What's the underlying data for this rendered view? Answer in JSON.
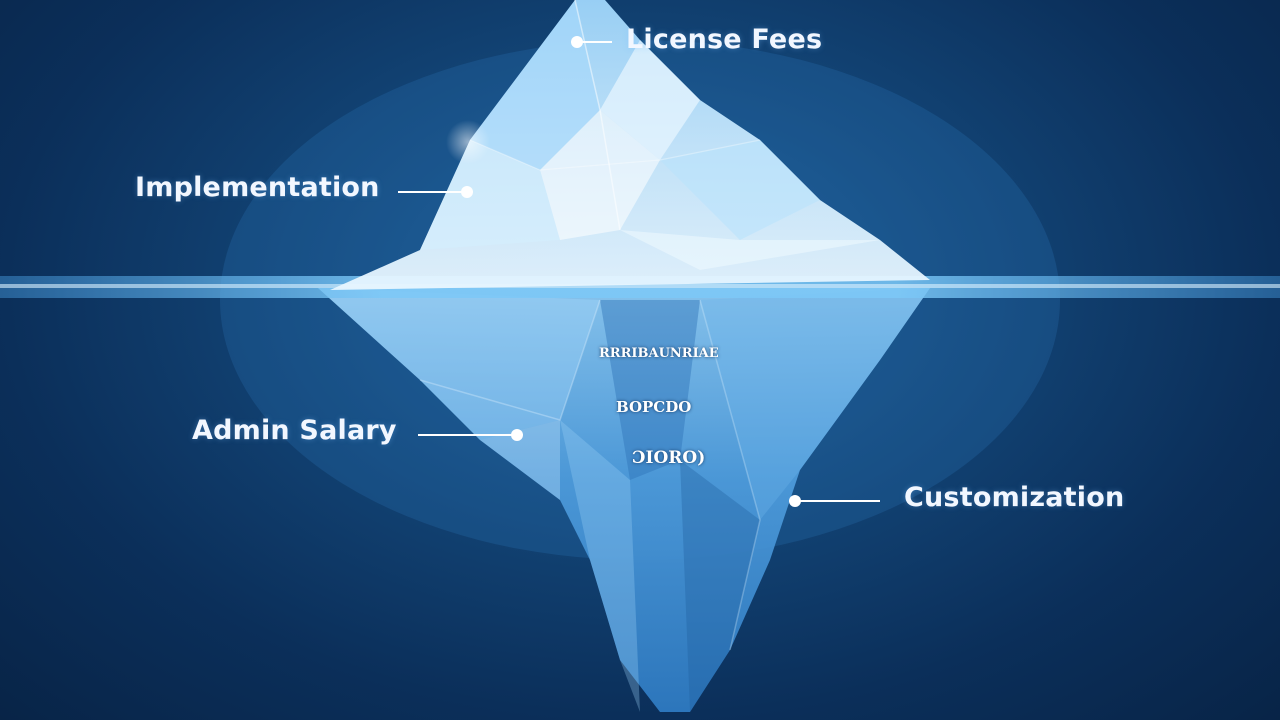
{
  "labels": {
    "license_fees": "License Fees",
    "implementation": "Implementation",
    "admin_salary": "Admin Salary",
    "customization": "Customization"
  },
  "iceberg_text": {
    "line_1": "RRRIBAUNRIAE",
    "line_2": "BOPCDO",
    "line_3": "ƆIORO)"
  },
  "colors": {
    "background": "#0b2f5a",
    "ice_light": "#d8efff",
    "ice_mid": "#7fc0ee",
    "ice_deep": "#3a86cc",
    "waterline": "#6fc2f5",
    "label_text": "#f2f7ff"
  }
}
